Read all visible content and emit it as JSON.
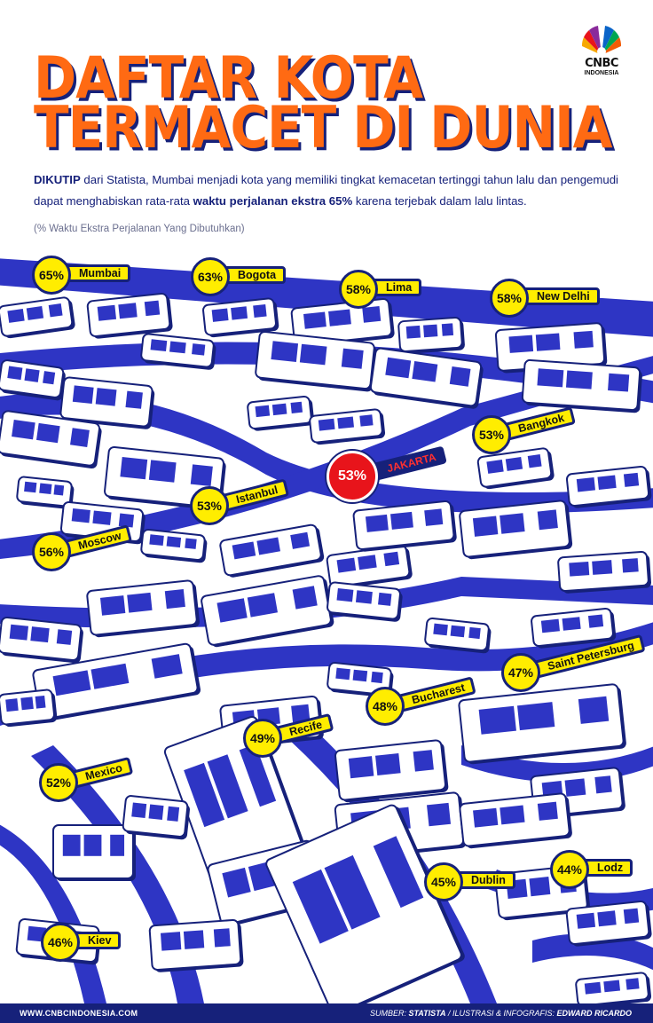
{
  "header": {
    "title_line1": "DAFTAR KOTA",
    "title_line2": "TERMACET DI DUNIA",
    "logo_name": "CNBC",
    "logo_sub": "INDONESIA"
  },
  "intro": {
    "lead": "DIKUTIP",
    "text1": " dari Statista, Mumbai menjadi kota yang memiliki tingkat kemacetan tertinggi tahun lalu dan pengemudi dapat menghabiskan rata-rata ",
    "highlight": "waktu perjalanan ekstra 65%",
    "text2": " karena terjebak dalam lalu lintas.",
    "subtitle": "(% Waktu Ekstra Perjalanan Yang Dibutuhkan)"
  },
  "colors": {
    "orange": "#ff6a13",
    "navy": "#16217a",
    "road_blue": "#2e35c4",
    "yellow": "#ffed00",
    "red": "#e8141b"
  },
  "chart_data": {
    "type": "table",
    "unit": "%",
    "categories": [
      "Mumbai",
      "Bogota",
      "Lima",
      "New Delhi",
      "Bangkok",
      "JAKARTA",
      "Istanbul",
      "Moscow",
      "Saint Petersburg",
      "Bucharest",
      "Recife",
      "Mexico",
      "Lodz",
      "Dublin",
      "Kiev"
    ],
    "values": [
      65,
      63,
      58,
      58,
      53,
      53,
      53,
      56,
      47,
      48,
      49,
      52,
      44,
      45,
      46
    ],
    "labels": [
      "65%",
      "63%",
      "58%",
      "58%",
      "53%",
      "53%",
      "53%",
      "56%",
      "47%",
      "48%",
      "49%",
      "52%",
      "44%",
      "45%",
      "46%"
    ],
    "highlight": "JAKARTA"
  },
  "footer": {
    "website": "WWW.CNBCINDONESIA.COM",
    "source_prefix": "SUMBER: ",
    "source": "STATISTA",
    "credit_prefix": " / ILUSTRASI & INFOGRAFIS: ",
    "credit": "EDWARD RICARDO"
  }
}
